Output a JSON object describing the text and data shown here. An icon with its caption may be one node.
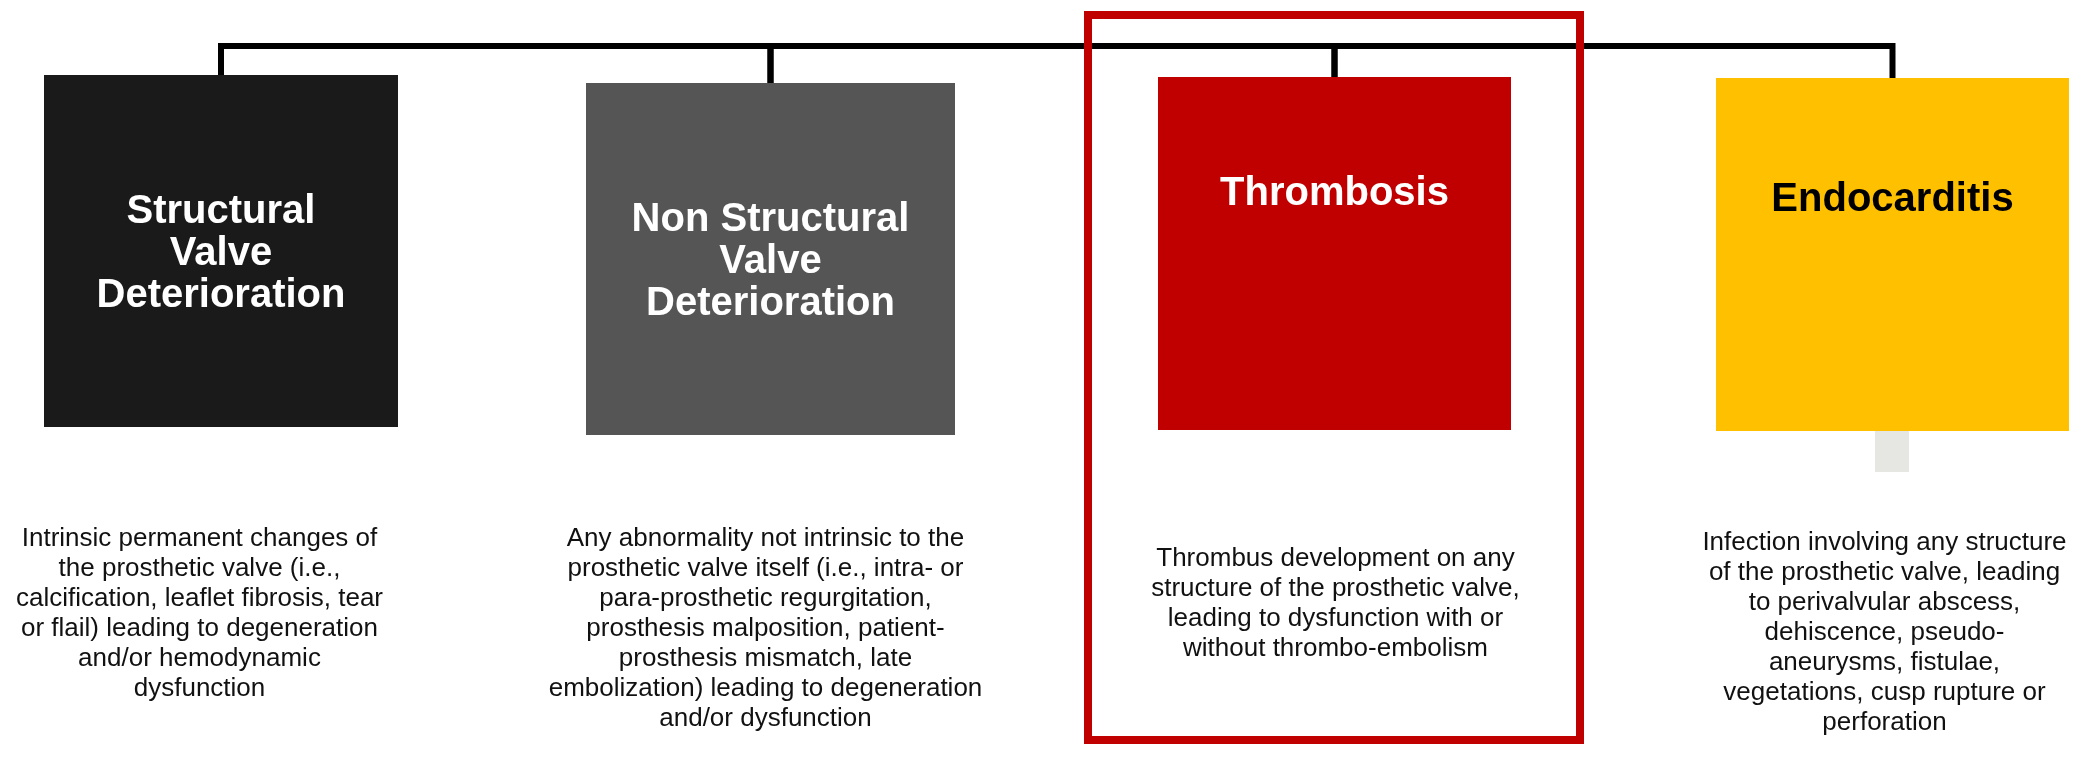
{
  "diagram": {
    "nodes": [
      {
        "text": [
          "Structural Valve Deterioration"
        ]
      },
      {
        "text": [
          "Non Structural Valve Deterioration"
        ]
      },
      {
        "text": [],
        "shape": "box"
      },
      {
        "text": [
          "Thrombosis"
        ],
        "in": 2
      },
      {
        "text": [
          "Endocarditis"
        ]
      }
    ],
    "edges": [
      {
        "from": 0,
        "to": 1,
        "arrow": "none"
      },
      {
        "from": 1,
        "to": 3,
        "arrow": "none"
      },
      {
        "from": 3,
        "to": 4,
        "arrow": "none"
      }
    ],
    "labels": [
      "Intrinsic permanent changes of the prosthetic valve (i.e., calcification, leaflet fibrosis, tear or flail) leading to degeneration and/or hemodynamic dysfunction",
      "Any abnormality not intrinsic to the prosthetic valve itself (i.e., intra- or para-prosthetic regurgitation, prosthesis malposition, patient-prosthesis mismatch, late embolization) leading to degeneration and/or dysfunction",
      "Thrombus development on any structure of the prosthetic valve, leading to dysfunction with or without thrombo-embolism",
      "Infection involving any structure of the prosthetic valve, leading to perivalvular abscess, dehiscence, pseudo-aneurysms, fistulae, vegetations, cusp rupture or perforation"
    ]
  }
}
